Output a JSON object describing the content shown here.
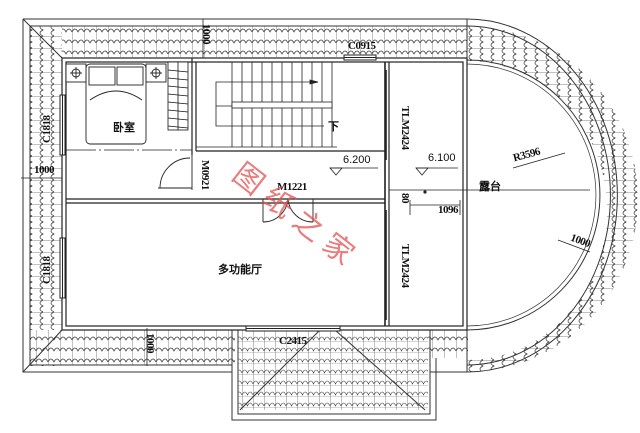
{
  "plan": {
    "type": "floor-plan",
    "rooms": [
      {
        "id": "bedroom",
        "label": "卧室"
      },
      {
        "id": "multipurpose_hall",
        "label": "多功能厅"
      },
      {
        "id": "terrace",
        "label": "露台"
      },
      {
        "id": "stair",
        "label": "下"
      }
    ],
    "elevations": [
      {
        "id": "stair_landing",
        "value": "6.200"
      },
      {
        "id": "terrace_level",
        "value": "6.100"
      }
    ],
    "openings": {
      "top_window": "C0915",
      "left_window_upper": "C1818",
      "left_window_lower": "C1818",
      "bottom_window": "C2415",
      "bedroom_door": "M0921",
      "hall_door": "M1221",
      "sliding_door_upper": "TLM2424",
      "sliding_door_lower": "TLM2424"
    },
    "dimensions": {
      "top_eave": "1000",
      "left_eave": "1000",
      "bottom_eave": "1000",
      "arc_eave": "1000",
      "terrace_radius": "R3596",
      "step_offset": "80",
      "terrace_width": "1096"
    },
    "watermark": "图纸之家",
    "colors": {
      "line": "#222222",
      "watermark": "#e05050",
      "background": "#ffffff"
    }
  }
}
